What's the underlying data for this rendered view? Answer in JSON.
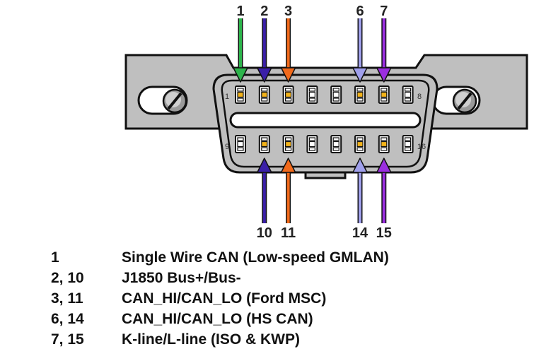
{
  "connector": {
    "top_pins": [
      "1",
      "2",
      "3",
      "4",
      "5",
      "6",
      "7",
      "8"
    ],
    "bottom_pins": [
      "9",
      "10",
      "11",
      "12",
      "13",
      "14",
      "15",
      "16"
    ],
    "active_pins": [
      "1",
      "2",
      "3",
      "6",
      "7",
      "10",
      "11",
      "14",
      "15"
    ],
    "end_labels": {
      "top_left": "1",
      "top_right": "8",
      "bottom_left": "9",
      "bottom_right": "16"
    },
    "colors": {
      "body": "#bfbfbf",
      "outline": "#111111",
      "face": "#ffffff",
      "slot": "#ffffff",
      "pin_active": "#f2b21a",
      "pin_inactive": "#ffffff"
    }
  },
  "arrows": [
    {
      "pin": "1",
      "label": "1",
      "color": "#2db54c",
      "direction": "down"
    },
    {
      "pin": "2",
      "label": "2",
      "color": "#3a1fa8",
      "direction": "down"
    },
    {
      "pin": "3",
      "label": "3",
      "color": "#f26a1b",
      "direction": "down"
    },
    {
      "pin": "6",
      "label": "6",
      "color": "#a0a0ec",
      "direction": "down"
    },
    {
      "pin": "7",
      "label": "7",
      "color": "#9b2ee0",
      "direction": "down"
    },
    {
      "pin": "10",
      "label": "10",
      "color": "#3a1fa8",
      "direction": "up"
    },
    {
      "pin": "11",
      "label": "11",
      "color": "#f26a1b",
      "direction": "up"
    },
    {
      "pin": "14",
      "label": "14",
      "color": "#a0a0ec",
      "direction": "up"
    },
    {
      "pin": "15",
      "label": "15",
      "color": "#9b2ee0",
      "direction": "up"
    }
  ],
  "legend": [
    {
      "pins": "1",
      "description": "Single Wire CAN (Low-speed GMLAN)"
    },
    {
      "pins": "2, 10",
      "description": "J1850 Bus+/Bus-"
    },
    {
      "pins": "3, 11",
      "description": "CAN_HI/CAN_LO (Ford MSC)"
    },
    {
      "pins": "6, 14",
      "description": "CAN_HI/CAN_LO (HS CAN)"
    },
    {
      "pins": "7, 15",
      "description": "K-line/L-line (ISO & KWP)"
    }
  ]
}
